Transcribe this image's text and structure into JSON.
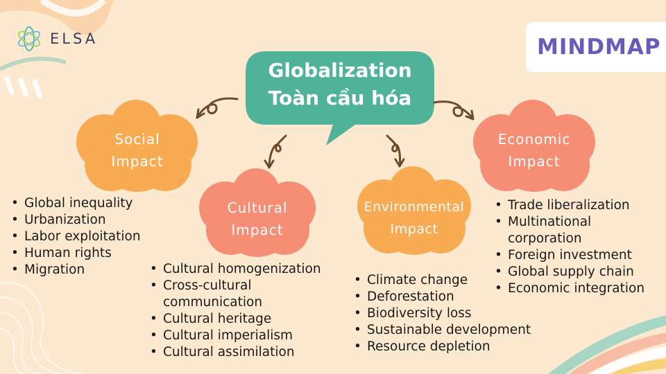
{
  "brand": {
    "name": "ELSA"
  },
  "badge": {
    "label": "MINDMAP"
  },
  "center": {
    "line1": "Globalization",
    "line2": "Toàn cầu hóa",
    "color": "#4fb39a"
  },
  "branches": {
    "social": {
      "line1": "Social",
      "line2": "Impact",
      "color": "#f8ab52",
      "items": [
        "Global inequality",
        "Urbanization",
        "Labor exploitation",
        "Human rights",
        "Migration"
      ]
    },
    "cultural": {
      "line1": "Cultural",
      "line2": "Impact",
      "color": "#f58e74",
      "items": [
        "Cultural homogenization",
        "Cross-cultural communication",
        "Cultural heritage",
        "Cultural imperialism",
        "Cultural assimilation"
      ]
    },
    "environmental": {
      "line1": "Environmental",
      "line2": "Impact",
      "color": "#f8ab52",
      "items": [
        "Climate change",
        "Deforestation",
        "Biodiversity loss",
        "Sustainable development",
        "Resource depletion"
      ]
    },
    "economic": {
      "line1": "Economic",
      "line2": "Impact",
      "color": "#f58e74",
      "items": [
        "Trade liberalization",
        "Multinational corporation",
        "Foreign investment",
        "Global supply chain",
        "Economic integration"
      ]
    }
  },
  "colors": {
    "background": "#fde9cf",
    "arrow": "#6b4a2c",
    "text": "#1a1a1a",
    "badge_text": "#6b5bb8"
  }
}
